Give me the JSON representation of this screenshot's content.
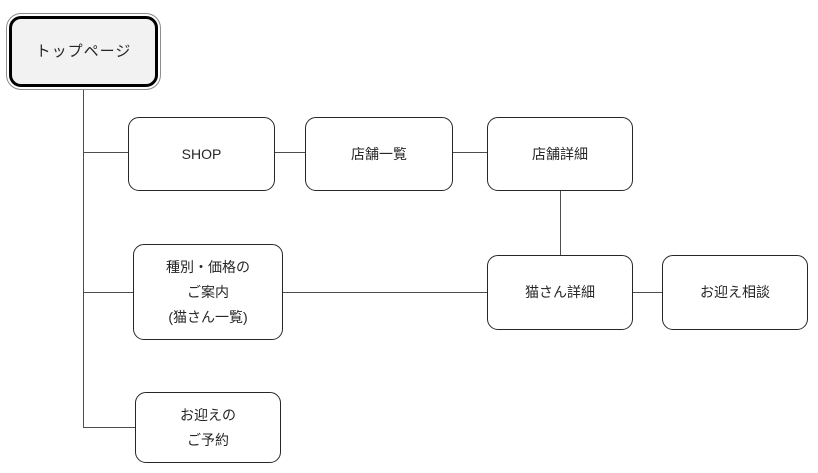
{
  "colors": {
    "background": "#ffffff",
    "box_border": "#262626",
    "box_fill": "#ffffff",
    "root_border": "#000000",
    "root_fill": "#f2f2f2",
    "connector": "#4d4d4d",
    "text": "#262626"
  },
  "nodes": {
    "top": {
      "label": "トップページ"
    },
    "shop": {
      "label": "SHOP"
    },
    "store_list": {
      "label": "店舗一覧"
    },
    "store_detail": {
      "label": "店舗詳細"
    },
    "type_price": {
      "line1": "種別・価格の",
      "line2": "ご案内",
      "line3": "(猫さん一覧)"
    },
    "cat_detail": {
      "label": "猫さん詳細"
    },
    "adoption_consult": {
      "label": "お迎え相談"
    },
    "reservation": {
      "line1": "お迎えの",
      "line2": "ご予約"
    }
  }
}
